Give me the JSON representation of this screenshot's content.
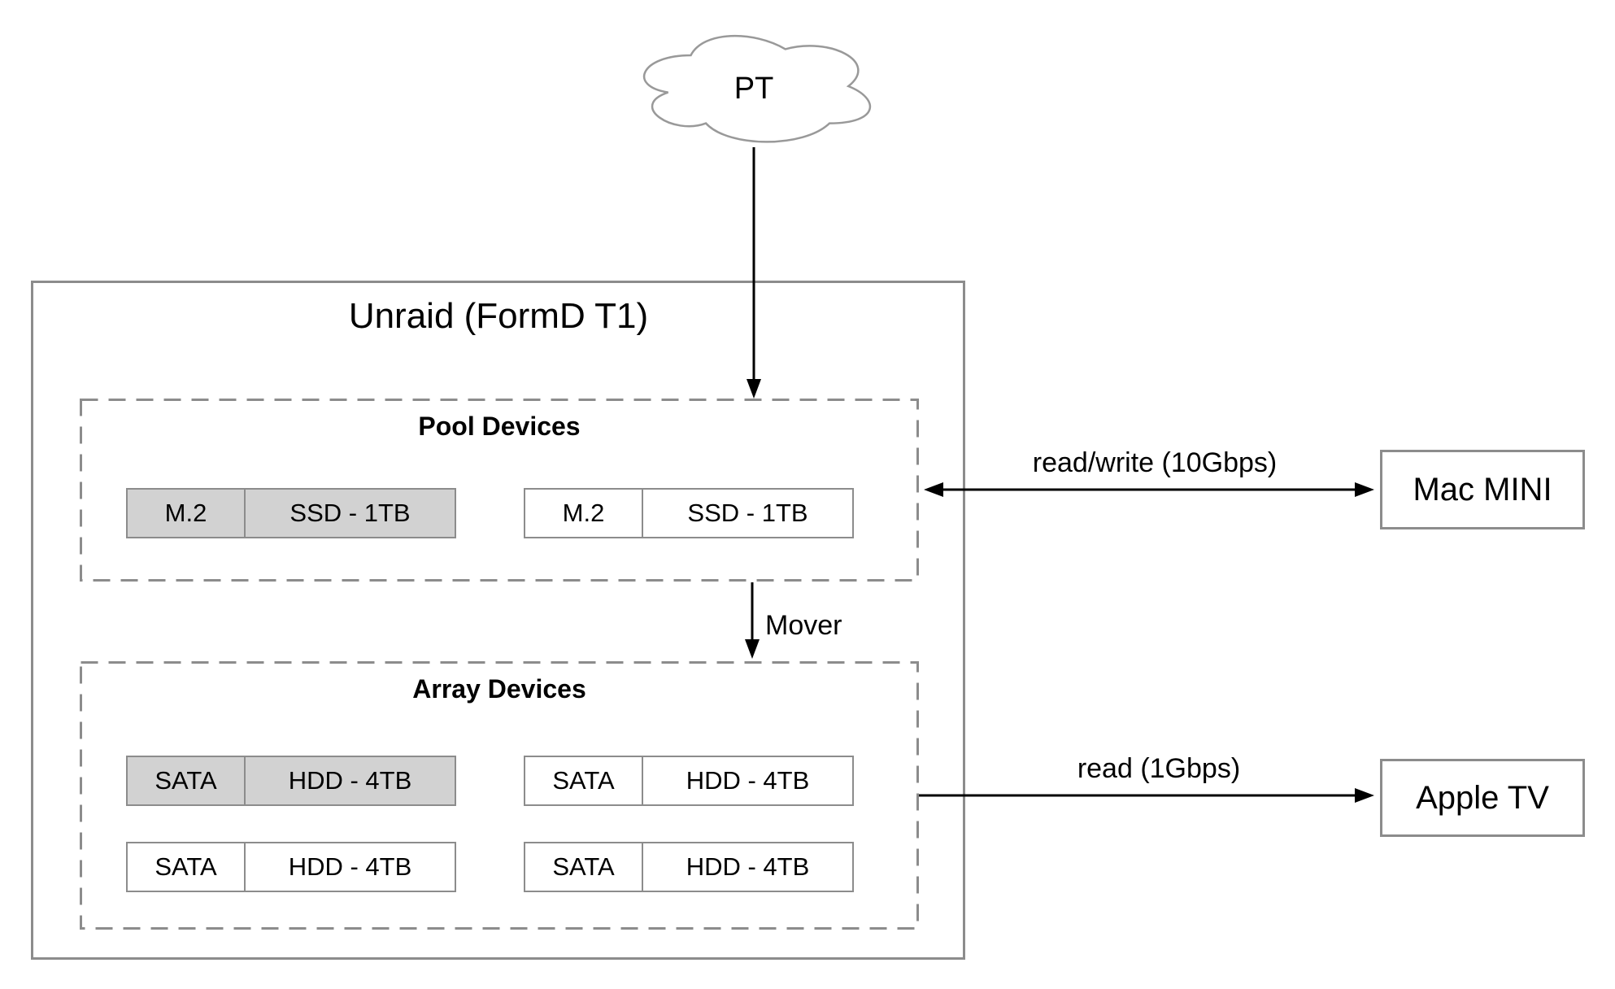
{
  "cloud": {
    "label": "PT"
  },
  "server": {
    "title": "Unraid (FormD T1)",
    "pool": {
      "title": "Pool Devices",
      "drives": [
        {
          "bus": "M.2",
          "capacity": "SSD - 1TB",
          "highlighted": true
        },
        {
          "bus": "M.2",
          "capacity": "SSD - 1TB",
          "highlighted": false
        }
      ]
    },
    "mover": {
      "label": "Mover"
    },
    "array": {
      "title": "Array Devices",
      "drives": [
        {
          "bus": "SATA",
          "capacity": "HDD - 4TB",
          "highlighted": true
        },
        {
          "bus": "SATA",
          "capacity": "HDD - 4TB",
          "highlighted": false
        },
        {
          "bus": "SATA",
          "capacity": "HDD - 4TB",
          "highlighted": false
        },
        {
          "bus": "SATA",
          "capacity": "HDD - 4TB",
          "highlighted": false
        }
      ]
    }
  },
  "clients": [
    {
      "name": "Mac MINI",
      "link_label": "read/write (10Gbps)",
      "link_type": "bidirectional"
    },
    {
      "name": "Apple TV",
      "link_label": "read (1Gbps)",
      "link_type": "one-way"
    }
  ],
  "colors": {
    "highlight_fill": "#d2d2d2",
    "box_border_gray": "#8c8c8c",
    "cloud_border": "#999999",
    "connector_black": "#000000"
  }
}
